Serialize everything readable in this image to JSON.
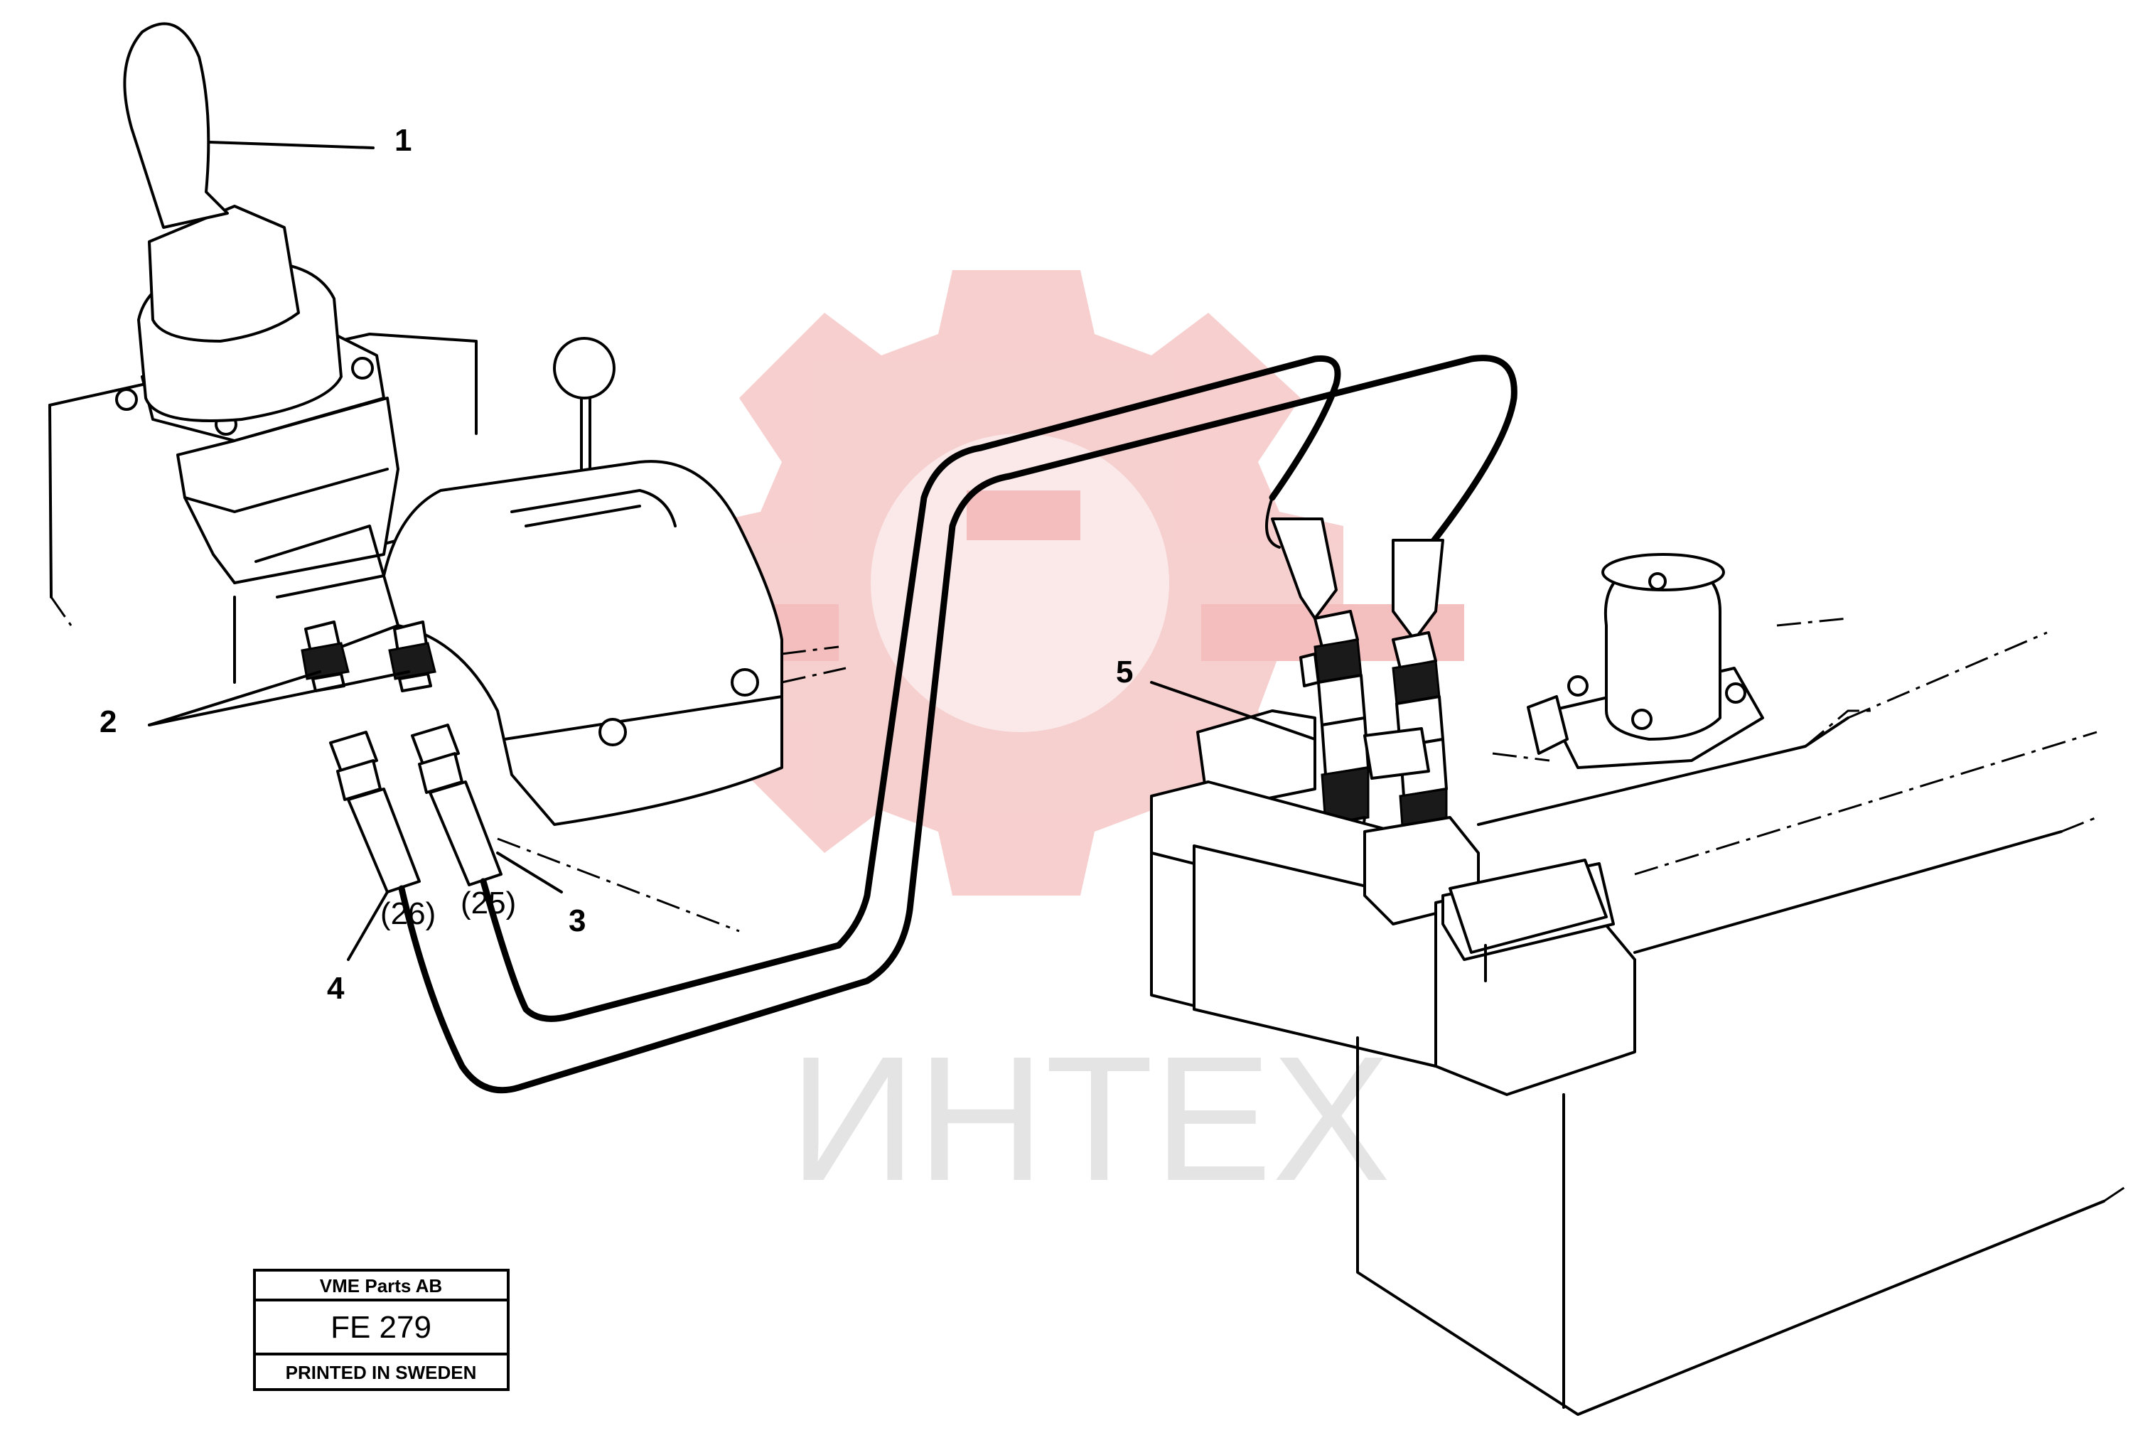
{
  "callouts": {
    "c1": "1",
    "c2": "2",
    "c3": "3",
    "c4": "4",
    "c5": "5",
    "ref25": "(25)",
    "ref26": "(26)"
  },
  "title_block": {
    "company": "VME Parts AB",
    "code": "FE 279",
    "printed": "PRINTED IN SWEDEN"
  },
  "watermark": {
    "text": "ИНТЕХ",
    "logo": "gear-logo",
    "color": "#f5c4c4"
  }
}
